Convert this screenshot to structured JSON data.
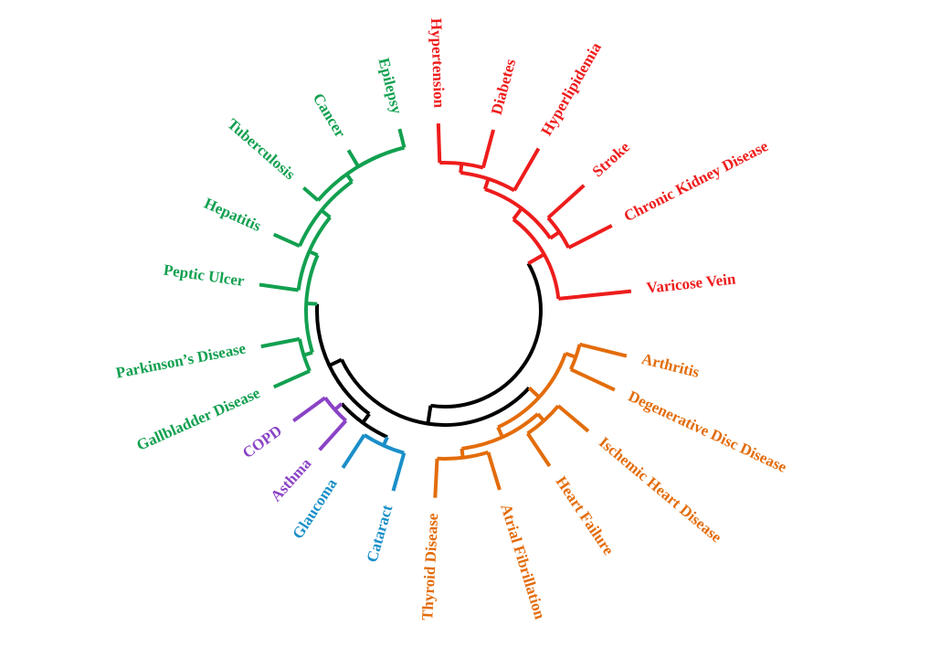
{
  "colors": {
    "root": "#000000",
    "red": "#ee1c1c",
    "orange": "#e36c0a",
    "blue": "#1a8fc8",
    "purple": "#8a43c6",
    "green": "#12a050"
  },
  "leaves": {
    "hypertension": "Hypertension",
    "diabetes": "Diabetes",
    "hyperlipidemia": "Hyperlipidemia",
    "stroke": "Stroke",
    "ckd": "Chronic Kidney Disease",
    "varicose": "Varicose Vein",
    "arthritis": "Arthritis",
    "ddd": "Degenerative Disc Disease",
    "ihd": "Ischemic Heart Disease",
    "heart_failure": "Heart Failure",
    "afib": "Atrial Fibrillation",
    "thyroid": "Thyroid Disease",
    "cataract": "Cataract",
    "glaucoma": "Glaucoma",
    "asthma": "Asthma",
    "copd": "COPD",
    "gallbladder": "Gallbladder Disease",
    "parkinsons": "Parkinson’s Disease",
    "peptic": "Peptic Ulcer",
    "hepatitis": "Hepatitis",
    "tuberculosis": "Tuberculosis",
    "cancer": "Cancer",
    "epilepsy": "Epilepsy"
  },
  "tree": {
    "color": "root",
    "children": [
      {
        "color": "red",
        "children": [
          {
            "color": "red",
            "children": [
              {
                "color": "red",
                "children": [
                  {
                    "color": "red",
                    "children": [
                      {
                        "leaf": "hypertension"
                      },
                      {
                        "leaf": "diabetes"
                      }
                    ]
                  },
                  {
                    "leaf": "hyperlipidemia"
                  }
                ]
              },
              {
                "color": "red",
                "children": [
                  {
                    "leaf": "stroke"
                  },
                  {
                    "leaf": "ckd"
                  }
                ]
              }
            ]
          },
          {
            "leaf": "varicose"
          }
        ]
      },
      {
        "color": "root",
        "children": [
          {
            "color": "orange",
            "children": [
              {
                "color": "orange",
                "children": [
                  {
                    "leaf": "arthritis"
                  },
                  {
                    "leaf": "ddd"
                  }
                ]
              },
              {
                "color": "orange",
                "children": [
                  {
                    "color": "orange",
                    "children": [
                      {
                        "leaf": "ihd"
                      },
                      {
                        "leaf": "heart_failure"
                      }
                    ]
                  },
                  {
                    "color": "orange",
                    "children": [
                      {
                        "leaf": "afib"
                      },
                      {
                        "leaf": "thyroid"
                      }
                    ]
                  }
                ]
              }
            ]
          },
          {
            "color": "root",
            "children": [
              {
                "color": "root",
                "children": [
                  {
                    "color": "blue",
                    "children": [
                      {
                        "leaf": "cataract"
                      },
                      {
                        "leaf": "glaucoma"
                      }
                    ]
                  },
                  {
                    "color": "purple",
                    "children": [
                      {
                        "leaf": "asthma"
                      },
                      {
                        "leaf": "copd"
                      }
                    ]
                  }
                ]
              },
              {
                "color": "green",
                "children": [
                  {
                    "color": "green",
                    "children": [
                      {
                        "leaf": "gallbladder"
                      },
                      {
                        "leaf": "parkinsons"
                      }
                    ]
                  },
                  {
                    "color": "green",
                    "children": [
                      {
                        "leaf": "peptic"
                      },
                      {
                        "color": "green",
                        "children": [
                          {
                            "leaf": "hepatitis"
                          },
                          {
                            "color": "green",
                            "children": [
                              {
                                "leaf": "tuberculosis"
                              },
                              {
                                "color": "green",
                                "children": [
                                  {
                                    "leaf": "cancer"
                                  },
                                  {
                                    "leaf": "epilepsy"
                                  }
                                ]
                              }
                            ]
                          }
                        ]
                      }
                    ]
                  }
                ]
              }
            ]
          }
        ]
      }
    ]
  }
}
